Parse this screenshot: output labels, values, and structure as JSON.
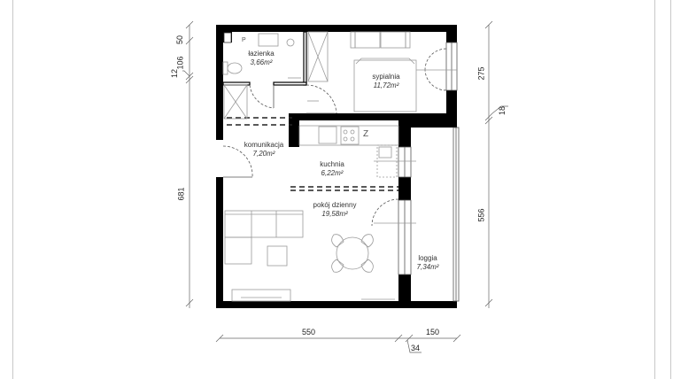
{
  "plan": {
    "rooms": [
      {
        "id": "bathroom",
        "name": "łazienka",
        "area": "3,66m²"
      },
      {
        "id": "bedroom",
        "name": "sypialnia",
        "area": "11,72m²"
      },
      {
        "id": "hallway",
        "name": "komunikacja",
        "area": "7,20m²"
      },
      {
        "id": "kitchen",
        "name": "kuchnia",
        "area": "6,22m²"
      },
      {
        "id": "living-room",
        "name": "pokój dzienny",
        "area": "19,58m²"
      },
      {
        "id": "loggia",
        "name": "loggia",
        "area": "7,34m²"
      }
    ],
    "dimensions": {
      "left_top": "50",
      "left_mid": "106",
      "left_small": "12",
      "left_main": "681",
      "right_top": "275",
      "right_small": "18",
      "right_main": "556",
      "bottom_main": "550",
      "bottom_right": "150",
      "bottom_small": "34"
    },
    "fixture_labels": {
      "bathroom_tap": "P",
      "kitchen_fridge": "Z"
    },
    "colors": {
      "wall": "#000000",
      "furniture": "#9a9a9a",
      "dimension_line": "#555555",
      "background": "#ffffff"
    }
  }
}
